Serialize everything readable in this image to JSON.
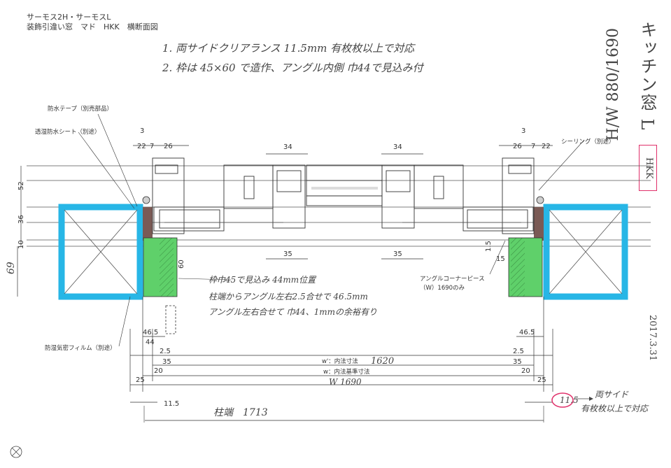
{
  "header": {
    "line1": "サーモス2H・サーモスL",
    "line2": "装飾引違い窓　マド　HKK　横断面図"
  },
  "notes": {
    "note1": "1. 両サイドクリアランス 11.5mm 有枚枚以上で対応",
    "note2": "2. 枠は 45×60 で造作、アングル内側 巾44で見込み付"
  },
  "side_note": {
    "vertical_text": "キッチン窓 L",
    "hw_text": "H/W 880/1690",
    "badge": "HKK"
  },
  "date_stamp": "2017.3.31",
  "labels": {
    "waterproof_tape": "防水テープ（別売部品）",
    "breathable_sheet": "透湿防水シート（別途）",
    "sealing": "シーリング（別途）",
    "angle_corner": "アングルコーナーピース",
    "angle_corner_sub": "（W）1690のみ",
    "moisture_film": "防湿気密フィルム（別途）",
    "inner_dim": "w'：内法寸法",
    "inner_dim_val": "1620",
    "std_dim": "w：内法基準寸法",
    "w_val": "W 1690"
  },
  "hand_notes": {
    "line1": "枠巾45で見込み 44mm位置",
    "line2": "柱端からアングル左右2.5合せで 46.5mm",
    "line3": "アングル左右合せて 巾44、1mmの余裕有り",
    "pillar_end": "柱端　1713",
    "clearance_note_1": "両サイド",
    "clearance_note_2": "有枚枚以上で対応",
    "clearance_value": "11.5"
  },
  "dimensions": {
    "top_left": [
      "22",
      "7",
      "26"
    ],
    "top_right": [
      "26",
      "7",
      "22"
    ],
    "three": "3",
    "thirty_four": "34",
    "thirty_five": "35",
    "fifty_two": "52",
    "thirty_six": "36",
    "ten": "10",
    "sixty_nine": "69",
    "sixty": "60",
    "one_five": "1.5",
    "fifteen": "15",
    "forty_six_five": "46.5",
    "two_five": "2.5",
    "forty_four": "44",
    "twenty": "20",
    "twenty_five": "25",
    "eleven_five": "11.5"
  },
  "colors": {
    "cyan": "#27b6e6",
    "green": "#5fd06a",
    "brown": "#7a5a55",
    "line": "#333333",
    "red": "#e0306a"
  }
}
